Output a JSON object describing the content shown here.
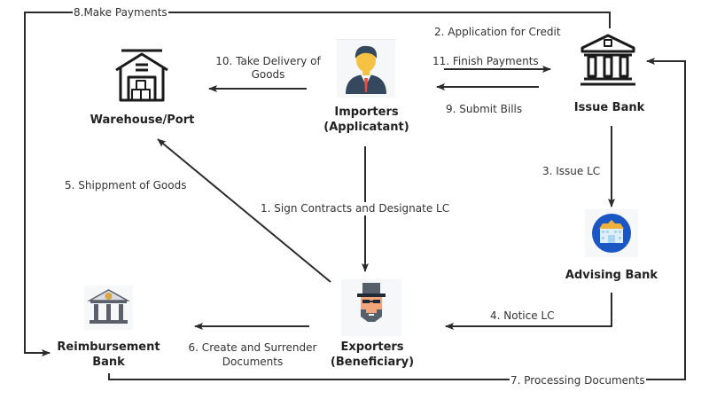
{
  "diagram": {
    "nodes": {
      "warehouse": {
        "title": "Warehouse/Port",
        "icon": "warehouse-icon"
      },
      "importers": {
        "title_line1": "Importers",
        "title_line2": "(Applicatant)",
        "icon": "businessman-icon"
      },
      "issue_bank": {
        "title": "Issue Bank",
        "icon": "bank-building-icon"
      },
      "advising_bank": {
        "title": "Advising Bank",
        "icon": "building-circle-icon"
      },
      "exporters": {
        "title_line1": "Exporters",
        "title_line2": "(Beneficiary)",
        "icon": "hat-man-icon"
      },
      "reimbursement_bank": {
        "title_line1": "Reimbursement",
        "title_line2": "Bank",
        "icon": "bank-columns-icon"
      }
    },
    "steps": {
      "s1": "1. Sign Contracts and Designate LC",
      "s2": "2. Application for Credit",
      "s3": "3. Issue LC",
      "s4": "4. Notice LC",
      "s5": "5. Shippment of Goods",
      "s6_line1": "6. Create and Surrender",
      "s6_line2": "Documents",
      "s7": "7. Processing Documents",
      "s8": "8.Make Payments",
      "s9": "9. Submit Bills",
      "s10_line1": "10. Take Delivery of",
      "s10_line2": "Goods",
      "s11": "11. Finish Payments"
    },
    "colors": {
      "line": "#2b2b2b",
      "text": "#333333",
      "advising_blue": "#1a56c4",
      "face_yellow": "#f5c244",
      "suit_navy": "#34495e",
      "tie_red": "#e74c3c"
    }
  }
}
